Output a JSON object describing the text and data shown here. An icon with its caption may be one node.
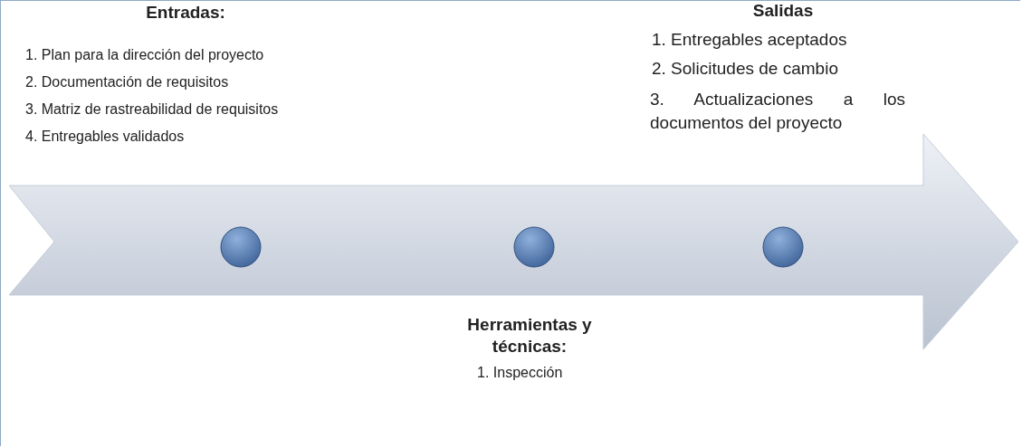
{
  "diagram": {
    "nodes": [
      {
        "text": [],
        "shape": "arrow"
      },
      {
        "text": [],
        "shape": "circle",
        "in": 0
      },
      {
        "text": [],
        "shape": "circle",
        "in": 0
      },
      {
        "text": [],
        "shape": "circle",
        "in": 0
      }
    ],
    "edges": [],
    "labels": [
      "Entradas:",
      "1. Plan para la dirección del proyecto",
      "2. Documentación de requisitos",
      "3. Matriz de rastreabilidad de requisitos",
      "4. Entregables validados",
      "Salidas",
      "1. Entregables aceptados",
      "2. Solicitudes de cambio",
      "3. Actualizaciones a los documentos del proyecto",
      "Herramientas y técnicas:",
      "1. Inspección"
    ]
  }
}
